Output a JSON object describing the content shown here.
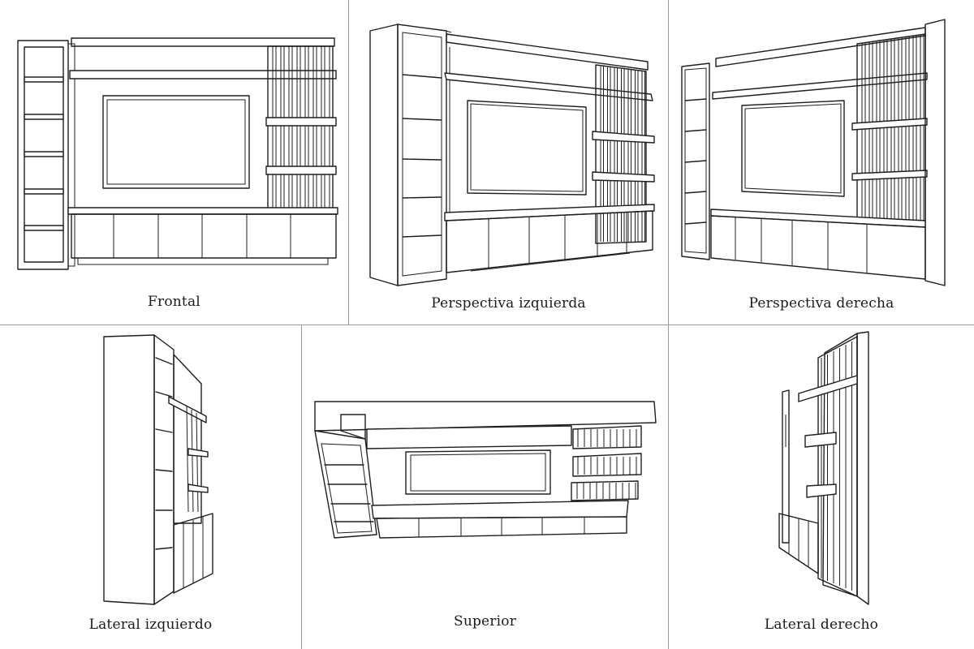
{
  "views": [
    {
      "id": "frontal",
      "label": "Frontal"
    },
    {
      "id": "persp-left",
      "label": "Perspectiva izquierda"
    },
    {
      "id": "persp-right",
      "label": "Perspectiva derecha"
    },
    {
      "id": "side-left",
      "label": "Lateral izquierdo"
    },
    {
      "id": "top",
      "label": "Superior"
    },
    {
      "id": "side-right",
      "label": "Lateral derecho"
    }
  ],
  "colors": {
    "line": "#1e1e1e",
    "grid": "#9a9a9a",
    "background": "#ffffff"
  }
}
